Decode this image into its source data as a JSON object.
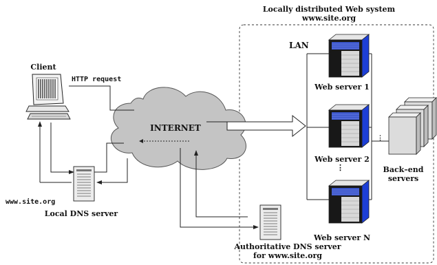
{
  "title": {
    "line1": "Locally distributed Web system",
    "line2": "www.site.org"
  },
  "labels": {
    "client": "Client",
    "http_request": "HTTP request",
    "internet": "INTERNET",
    "lan": "LAN",
    "web_server_1": "Web server 1",
    "web_server_2": "Web server 2",
    "web_server_n": "Web server N",
    "back_end_line1": "Back–end",
    "back_end_line2": "servers",
    "client_domain": "www.site.org",
    "local_dns": "Local DNS server",
    "auth_dns_line1": "Authoritative DNS server",
    "auth_dns_line2": "for www.site.org"
  },
  "colors": {
    "server_accent": "#1d3fd6",
    "server_body": "#1a1a1a",
    "cloud_fill": "#c4c4c4",
    "back_end_fill": "#dcdcdc"
  }
}
